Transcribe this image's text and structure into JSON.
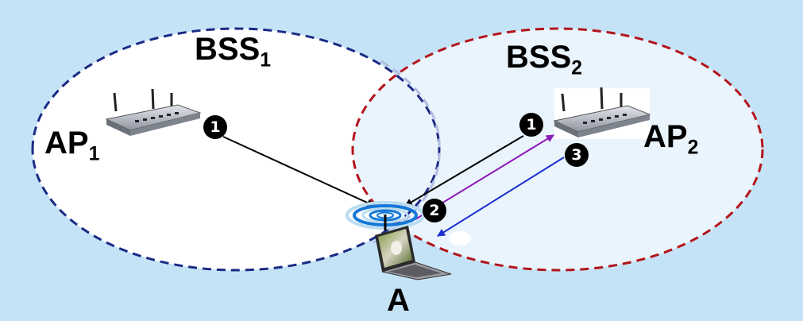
{
  "bss1": {
    "name": "BSS",
    "sub": "1"
  },
  "bss2": {
    "name": "BSS",
    "sub": "2"
  },
  "ap1": {
    "name": "AP",
    "sub": "1"
  },
  "ap2": {
    "name": "AP",
    "sub": "2"
  },
  "station": {
    "name": "A"
  },
  "steps": {
    "s1_left": "1",
    "s1_right": "1",
    "s2": "2",
    "s3": "3"
  },
  "colors": {
    "background": "#c5e3f6",
    "bss1_border": "#1b2a86",
    "bss2_border": "#b3141c",
    "arrow_step1": "#000000",
    "arrow_step2": "#8b1ab8",
    "arrow_step3": "#1c2fd0"
  },
  "icons": {
    "access_point": "wireless-router-icon",
    "station": "laptop-icon",
    "signal": "wireless-signal-icon"
  }
}
